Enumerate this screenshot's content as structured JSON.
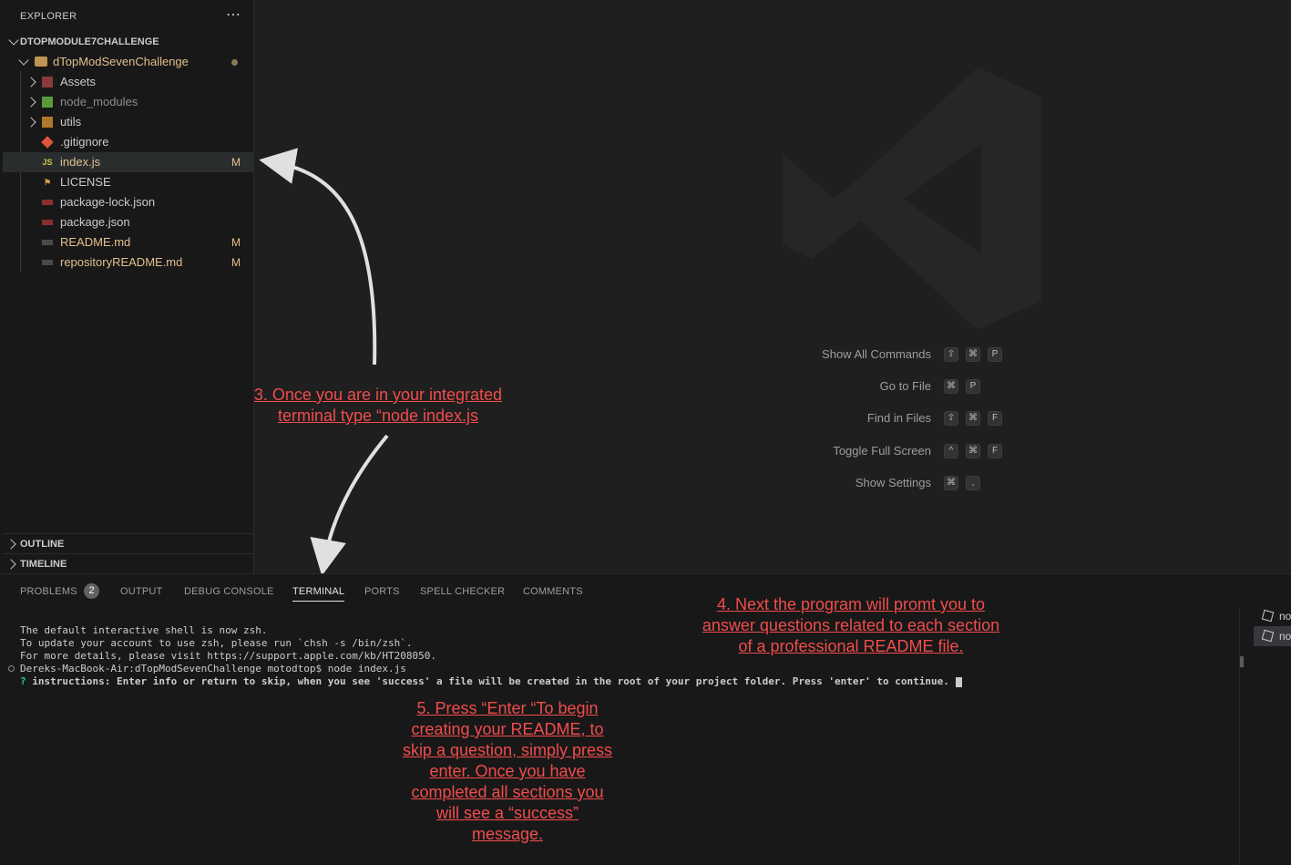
{
  "explorer": {
    "title": "EXPLORER",
    "more_label": "⋯",
    "workspace": "DTOPMODULE7CHALLENGE",
    "folder": "dTopModSevenChallenge",
    "items": [
      {
        "name": "Assets",
        "icon": "folder-assets-icon",
        "color": "#cccccc",
        "badge": ""
      },
      {
        "name": "node_modules",
        "icon": "folder-node-icon",
        "color": "#8c8c8c",
        "badge": ""
      },
      {
        "name": "utils",
        "icon": "folder-utils-icon",
        "color": "#cccccc",
        "badge": ""
      },
      {
        "name": ".gitignore",
        "icon": "git-icon",
        "color": "#cccccc",
        "badge": ""
      },
      {
        "name": "index.js",
        "icon": "js-icon",
        "color": "#e2c08d",
        "badge": "M"
      },
      {
        "name": "LICENSE",
        "icon": "license-icon",
        "color": "#cccccc",
        "badge": ""
      },
      {
        "name": "package-lock.json",
        "icon": "npm-icon",
        "color": "#cccccc",
        "badge": ""
      },
      {
        "name": "package.json",
        "icon": "npm-icon",
        "color": "#cccccc",
        "badge": ""
      },
      {
        "name": "README.md",
        "icon": "markdown-icon",
        "color": "#e2c08d",
        "badge": "M"
      },
      {
        "name": "repositoryREADME.md",
        "icon": "markdown-icon",
        "color": "#e2c08d",
        "badge": "M"
      }
    ],
    "outline": "OUTLINE",
    "timeline": "TIMELINE"
  },
  "editor": {
    "commands": [
      {
        "label": "Show All Commands",
        "keys": [
          "⇧",
          "⌘",
          "P"
        ]
      },
      {
        "label": "Go to File",
        "keys": [
          "⌘",
          "P"
        ]
      },
      {
        "label": "Find in Files",
        "keys": [
          "⇧",
          "⌘",
          "F"
        ]
      },
      {
        "label": "Toggle Full Screen",
        "keys": [
          "^",
          "⌘",
          "F"
        ]
      },
      {
        "label": "Show Settings",
        "keys": [
          "⌘",
          ","
        ]
      }
    ]
  },
  "panel": {
    "tabs": [
      "PROBLEMS",
      "OUTPUT",
      "DEBUG CONSOLE",
      "TERMINAL",
      "PORTS",
      "SPELL CHECKER",
      "COMMENTS"
    ],
    "problems_count": "2",
    "active_tab": "TERMINAL",
    "terminal_lines": [
      "The default interactive shell is now zsh.",
      "To update your account to use zsh, please run `chsh -s /bin/zsh`.",
      "For more details, please visit https://support.apple.com/kb/HT208050.",
      "Dereks-MacBook-Air:dTopModSevenChallenge motodtop$ node index.js"
    ],
    "prompt_mark": "?",
    "prompt_text": "instructions: Enter info or return to skip, when you see 'success' a file will be created in the root of your project folder. Press 'enter' to continue.",
    "terminal_list": [
      "no",
      "no"
    ]
  },
  "annotations": {
    "step3": "3. Once you are in your integrated terminal type  “node index.js",
    "step4": "4. Next the program will promt you to answer questions related to each section of a professional README file.",
    "step5": "5. Press “Enter “To begin creating your README, to skip a question, simply press enter. Once you have completed all sections you will see a “success” message."
  },
  "colors": {
    "annotation": "#f14c4c",
    "modified": "#e2c08d",
    "background": "#1f1f1f"
  }
}
